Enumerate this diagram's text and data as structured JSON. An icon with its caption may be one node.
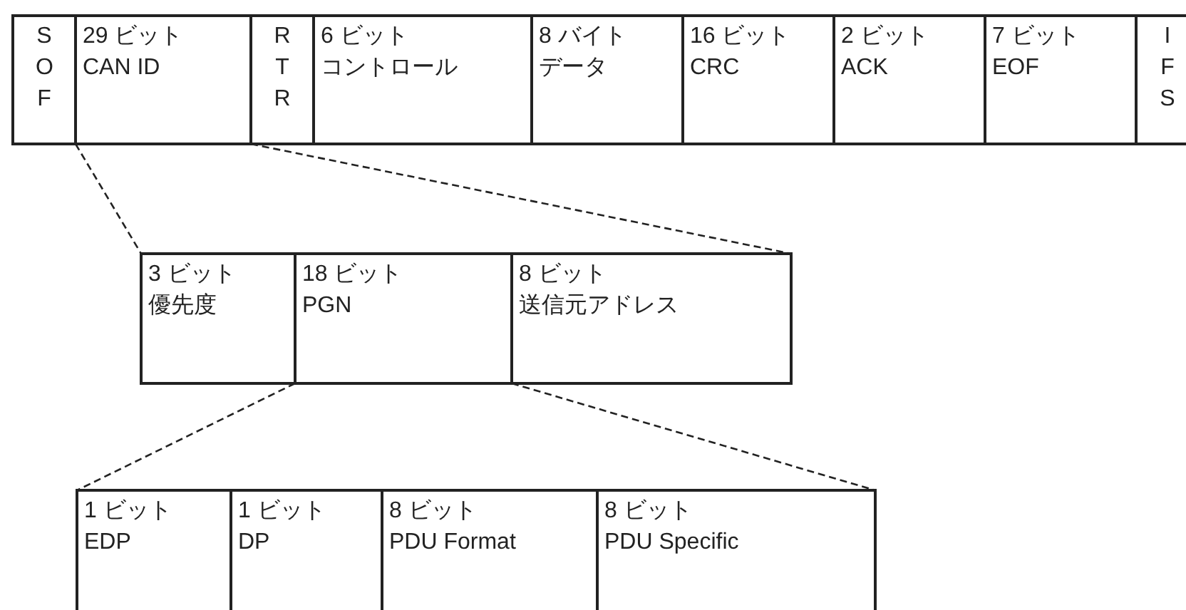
{
  "diagram": {
    "nodes": [
      {
        "text": [
          "S O F"
        ]
      },
      {
        "text": [
          "29 ビット",
          "CAN ID"
        ]
      },
      {
        "text": [
          "R T R"
        ]
      },
      {
        "text": [
          "6 ビット",
          "コントロール"
        ]
      },
      {
        "text": [
          "8 バイト",
          "データ"
        ]
      },
      {
        "text": [
          "16 ビット",
          "CRC"
        ]
      },
      {
        "text": [
          "2 ビット",
          "ACK"
        ]
      },
      {
        "text": [
          "7 ビット",
          "EOF"
        ]
      },
      {
        "text": [
          "I F S"
        ]
      },
      {
        "text": [
          "3 ビット",
          "優先度"
        ]
      },
      {
        "text": [
          "18 ビット",
          "PGN"
        ]
      },
      {
        "text": [
          "8 ビット",
          "送信元アドレス"
        ]
      },
      {
        "text": [
          "1 ビット",
          "EDP"
        ]
      },
      {
        "text": [
          "1 ビット",
          "DP"
        ]
      },
      {
        "text": [
          "8 ビット",
          "PDU Format"
        ]
      },
      {
        "text": [
          "8 ビット",
          "PDU Specific"
        ]
      }
    ],
    "edges": [
      {
        "from": 1,
        "to": 9,
        "arrow": "none",
        "style": "dashed"
      },
      {
        "from": 1,
        "to": 11,
        "arrow": "none",
        "style": "dashed"
      },
      {
        "from": 10,
        "to": 12,
        "arrow": "none",
        "style": "dashed"
      },
      {
        "from": 10,
        "to": 15,
        "arrow": "none",
        "style": "dashed"
      }
    ]
  }
}
